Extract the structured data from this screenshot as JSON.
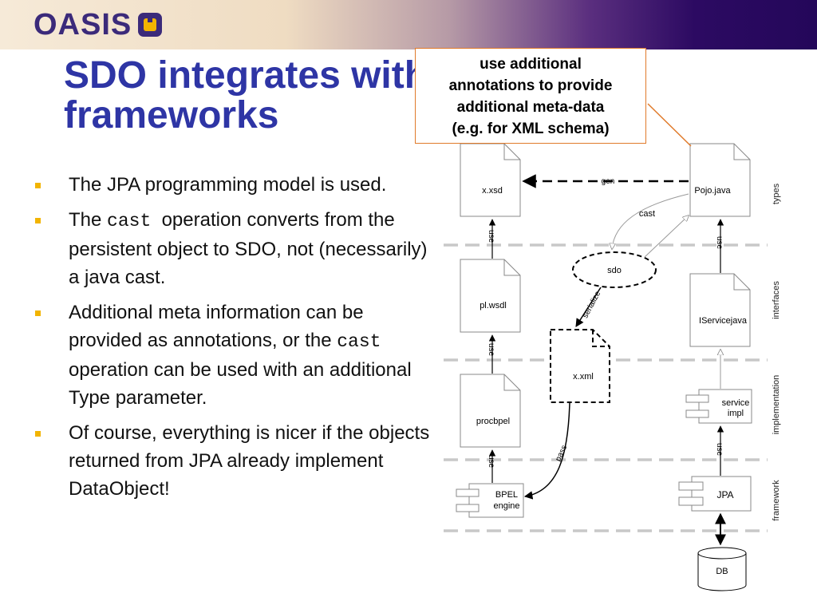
{
  "header": {
    "logo_text": "OASIS"
  },
  "slide": {
    "title_line1": "SDO integrates with existing",
    "title_line2": "frameworks"
  },
  "bullets": [
    {
      "parts": [
        "The JPA programming model is used."
      ]
    },
    {
      "pre": "The ",
      "code": "cast",
      "post": "  operation converts from the persistent object to SDO, not (necessarily) a java cast."
    },
    {
      "pre": "Additional meta information can be provided as annotations, or the ",
      "code": "cast",
      "post": " operation can be used with an additional Type parameter."
    },
    {
      "parts": [
        "Of course, everything is nicer if the objects returned from JPA already implement DataObject!"
      ]
    }
  ],
  "callout": {
    "lines": [
      "use additional",
      "annotations to provide",
      "additional meta-data",
      "(e.g. for XML schema)"
    ]
  },
  "diagram": {
    "docs": {
      "xsd": "x.xsd",
      "pojo": "Pojo.java",
      "wsdl": "pl.wsdl",
      "iservice": "IServicejava",
      "xml": "x.xml",
      "procbpel": "procbpel"
    },
    "components": {
      "bpel_line1": "BPEL",
      "bpel_line2": "engine",
      "service_line1": "service",
      "service_line2": "impl",
      "jpa": "JPA"
    },
    "sdo": "sdo",
    "db": "DB",
    "edge_labels": {
      "gen": "gen",
      "cast": "cast",
      "serialize": "serialize",
      "pass": "pass",
      "use": "use"
    },
    "layers": [
      "types",
      "interfaces",
      "implementation",
      "framework"
    ]
  },
  "colors": {
    "title": "#2e35a5",
    "bullet": "#f2b400",
    "callout_border": "#e07a2a",
    "separator": "#c8c8c8"
  }
}
